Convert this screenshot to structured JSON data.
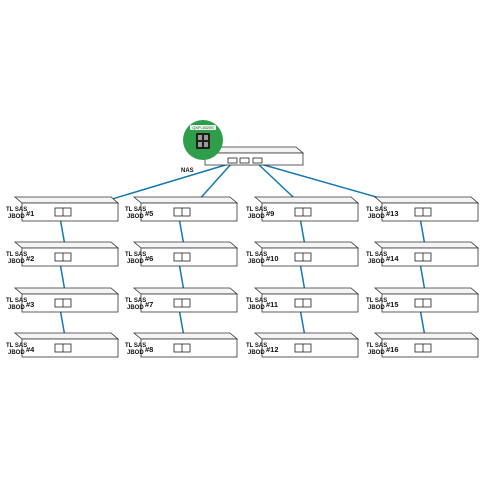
{
  "nas": {
    "label": "NAS",
    "card_label": "QXP-1620S",
    "card_color": "#2e9e4b"
  },
  "cable_color": "#1478b4",
  "jbod_label_line1": "TL SAS",
  "jbod_label_line2": "JBOD",
  "columns": [
    {
      "units": [
        "#1",
        "#2",
        "#3",
        "#4"
      ]
    },
    {
      "units": [
        "#5",
        "#6",
        "#7",
        "#8"
      ]
    },
    {
      "units": [
        "#9",
        "#10",
        "#11",
        "#12"
      ]
    },
    {
      "units": [
        "#13",
        "#14",
        "#15",
        "#16"
      ]
    }
  ]
}
